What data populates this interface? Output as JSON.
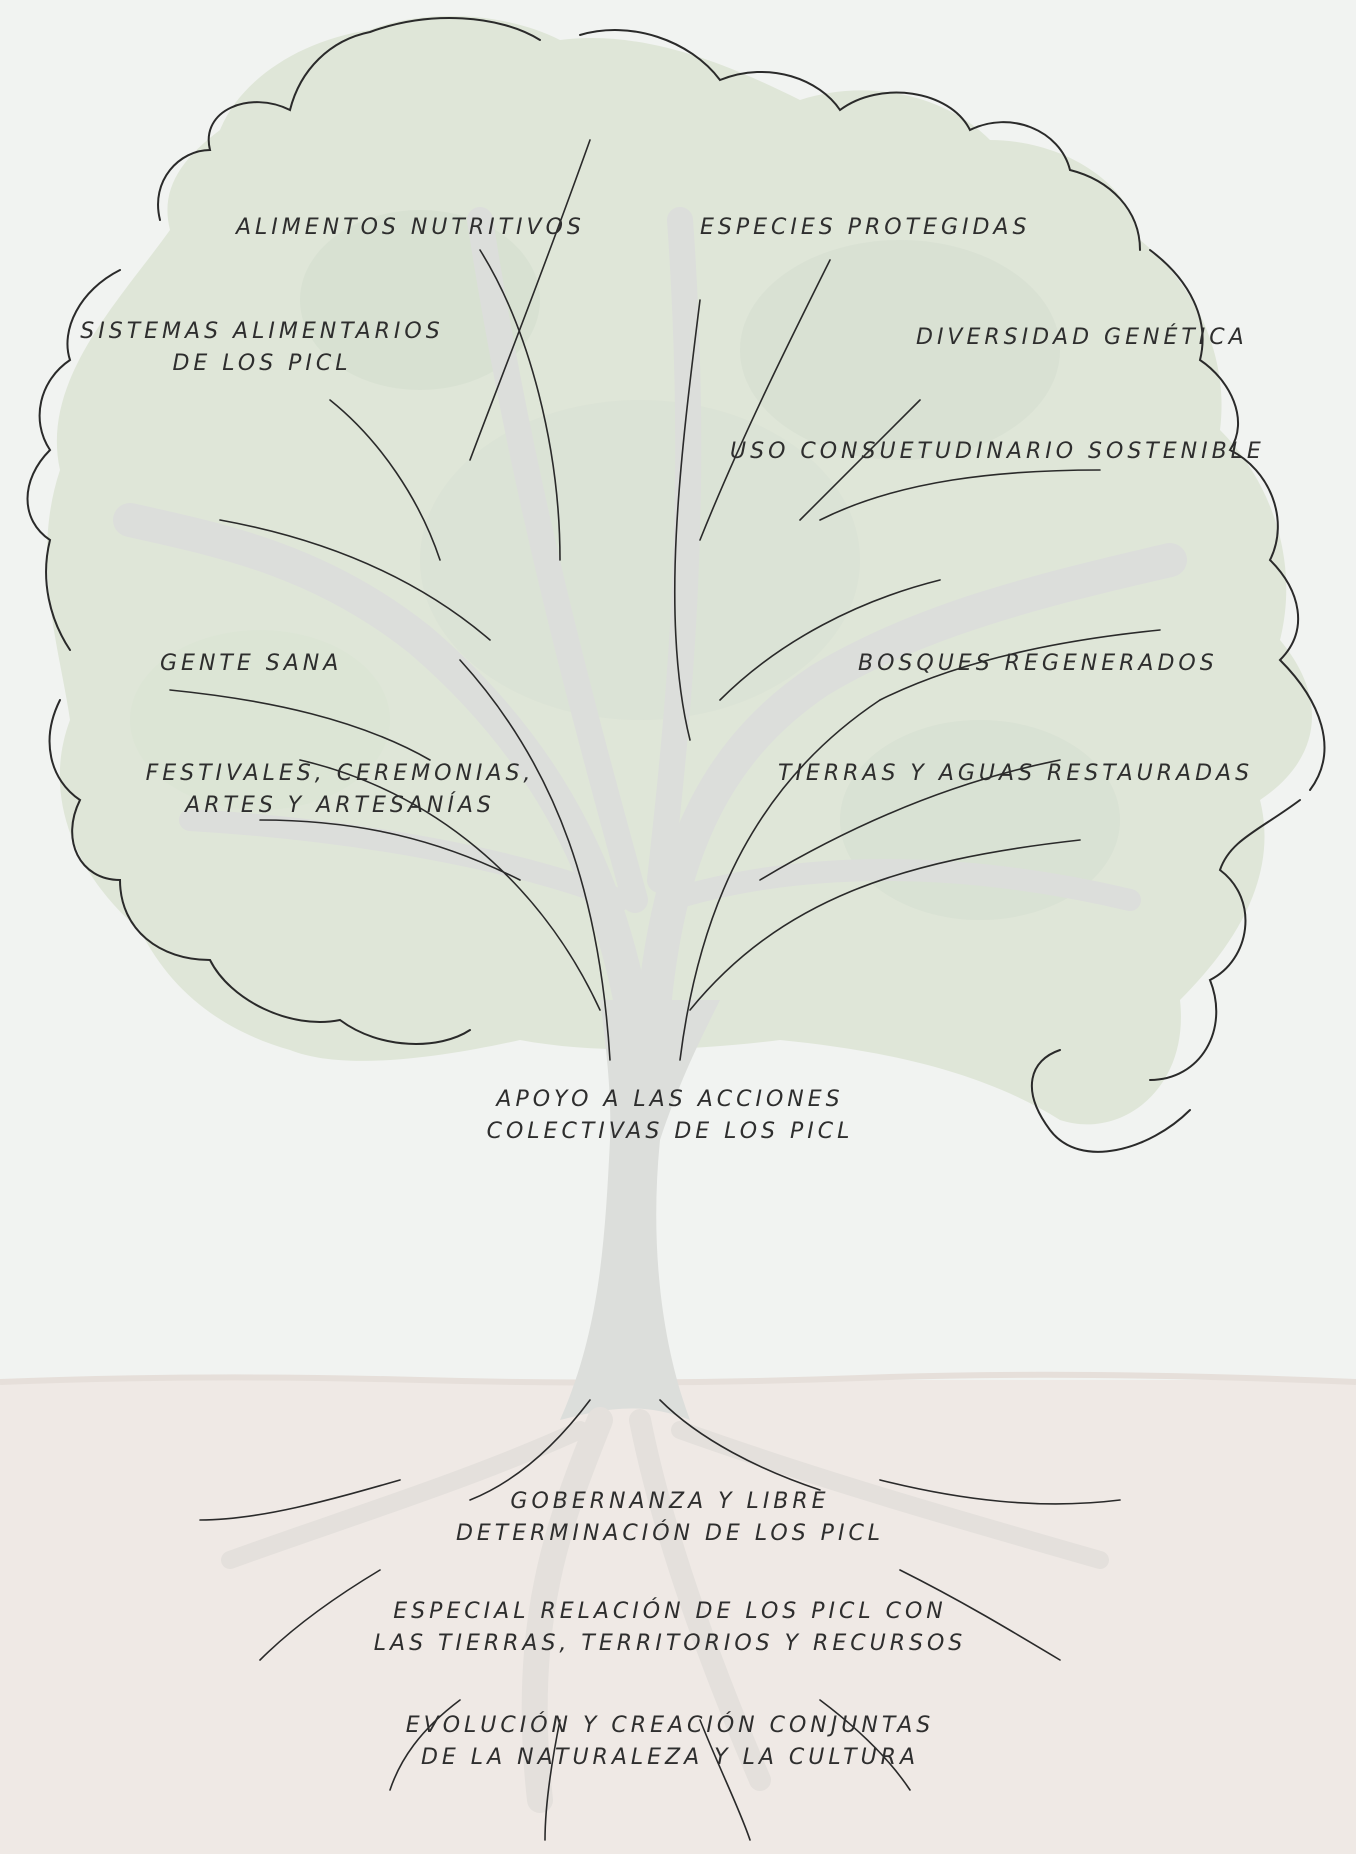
{
  "labels": {
    "alimentos": "ALIMENTOS NUTRITIVOS",
    "especies": "ESPECIES PROTEGIDAS",
    "sistemas": [
      "SISTEMAS ALIMENTARIOS",
      "DE LOS PICL"
    ],
    "diversidad": "DIVERSIDAD GENÉTICA",
    "uso": "USO CONSUETUDINARIO SOSTENIBLE",
    "gente": "GENTE SANA",
    "bosques": "BOSQUES REGENERADOS",
    "festivales": [
      "FESTIVALES, CEREMONIAS,",
      "ARTES Y ARTESANÍAS"
    ],
    "tierras": "TIERRAS Y AGUAS RESTAURADAS",
    "apoyo": [
      "APOYO A LAS ACCIONES",
      "COLECTIVAS DE LOS PICL"
    ],
    "gobernanza": [
      "GOBERNANZA Y LIBRE",
      "DETERMINACIÓN DE LOS PICL"
    ],
    "especial": [
      "ESPECIAL RELACIÓN DE LOS PICL CON",
      "LAS TIERRAS, TERRITORIOS Y RECURSOS"
    ],
    "evolucion": [
      "EVOLUCIÓN Y CREACIÓN CONJUNTAS",
      "DE LA NATURALEZA Y LA CULTURA"
    ]
  },
  "colors": {
    "sky": "#f1f3f1",
    "ground": "#efe9e5",
    "foliage": "#dfe6d8",
    "foliage_dark": "#cfdacb",
    "trunk": "#dfe0de",
    "ink": "#2a2a2a"
  }
}
